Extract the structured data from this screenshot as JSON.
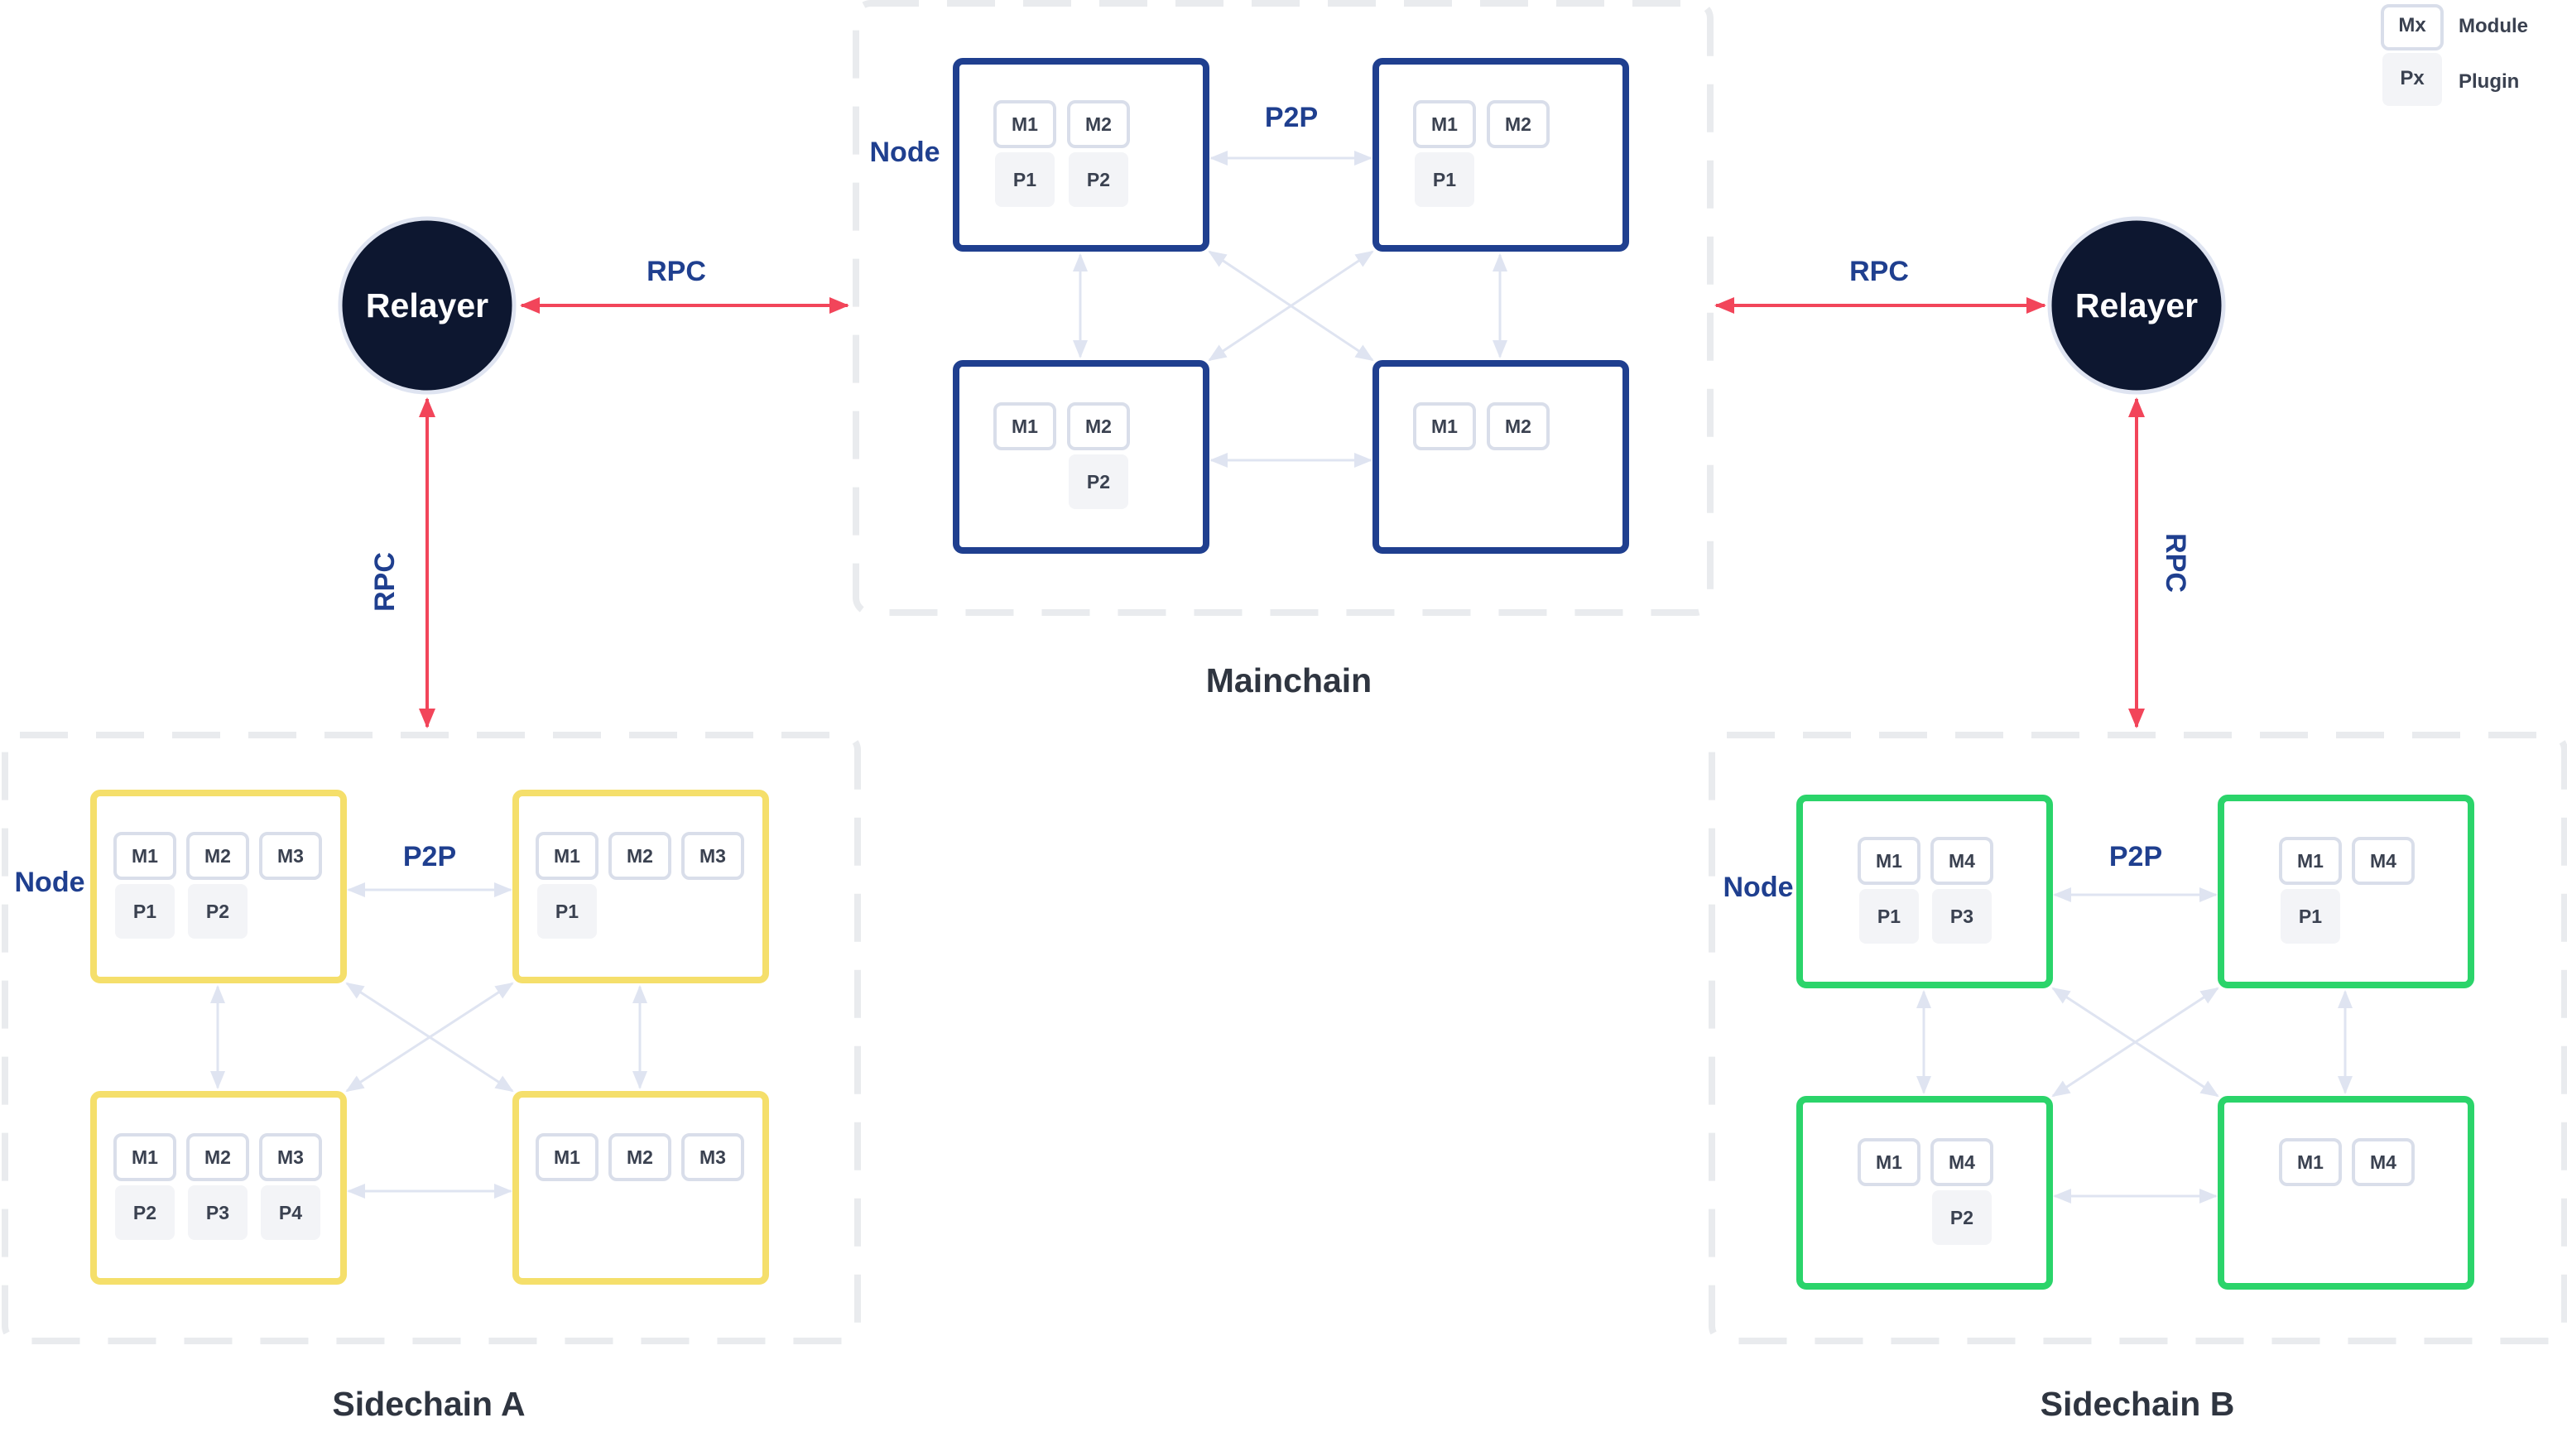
{
  "colors": {
    "mainchain": "#1f3f8f",
    "sidechain_a": "#f5df6b",
    "sidechain_b": "#2bd46a",
    "rpc_arrow": "#f2455a",
    "p2p_arrow": "#dfe4f1",
    "relayer_fill": "#0d1730",
    "chip_border": "#d9deea",
    "chip_fill": "#f3f4f7",
    "region_dash": "#e9ebee"
  },
  "legend": {
    "module_key": "Mx",
    "module_label": "Module",
    "plugin_key": "Px",
    "plugin_label": "Plugin"
  },
  "relayers": {
    "left": "Relayer",
    "right": "Relayer"
  },
  "rpc_labels": {
    "left_horizontal": "RPC",
    "right_horizontal": "RPC",
    "left_vertical": "RPC",
    "right_vertical": "RPC"
  },
  "clusters": {
    "mainchain": {
      "title": "Mainchain",
      "node_label": "Node",
      "p2p_label": "P2P",
      "nodes": [
        {
          "modules": [
            "M1",
            "M2"
          ],
          "plugins": [
            "P1",
            "P2"
          ]
        },
        {
          "modules": [
            "M1",
            "M2"
          ],
          "plugins": [
            "P1"
          ]
        },
        {
          "modules": [
            "M1",
            "M2"
          ],
          "plugins": [
            "P2"
          ]
        },
        {
          "modules": [
            "M1",
            "M2"
          ],
          "plugins": []
        }
      ]
    },
    "sidechain_a": {
      "title": "Sidechain A",
      "node_label": "Node",
      "p2p_label": "P2P",
      "nodes": [
        {
          "modules": [
            "M1",
            "M2",
            "M3"
          ],
          "plugins": [
            "P1",
            "P2"
          ]
        },
        {
          "modules": [
            "M1",
            "M2",
            "M3"
          ],
          "plugins": [
            "P1"
          ]
        },
        {
          "modules": [
            "M1",
            "M2",
            "M3"
          ],
          "plugins": [
            "P2",
            "P3",
            "P4"
          ]
        },
        {
          "modules": [
            "M1",
            "M2",
            "M3"
          ],
          "plugins": []
        }
      ]
    },
    "sidechain_b": {
      "title": "Sidechain B",
      "node_label": "Node",
      "p2p_label": "P2P",
      "nodes": [
        {
          "modules": [
            "M1",
            "M4"
          ],
          "plugins": [
            "P1",
            "P3"
          ]
        },
        {
          "modules": [
            "M1",
            "M4"
          ],
          "plugins": [
            "P1"
          ]
        },
        {
          "modules": [
            "M1",
            "M4"
          ],
          "plugins": [
            "P2"
          ]
        },
        {
          "modules": [
            "M1",
            "M4"
          ],
          "plugins": []
        }
      ]
    }
  }
}
